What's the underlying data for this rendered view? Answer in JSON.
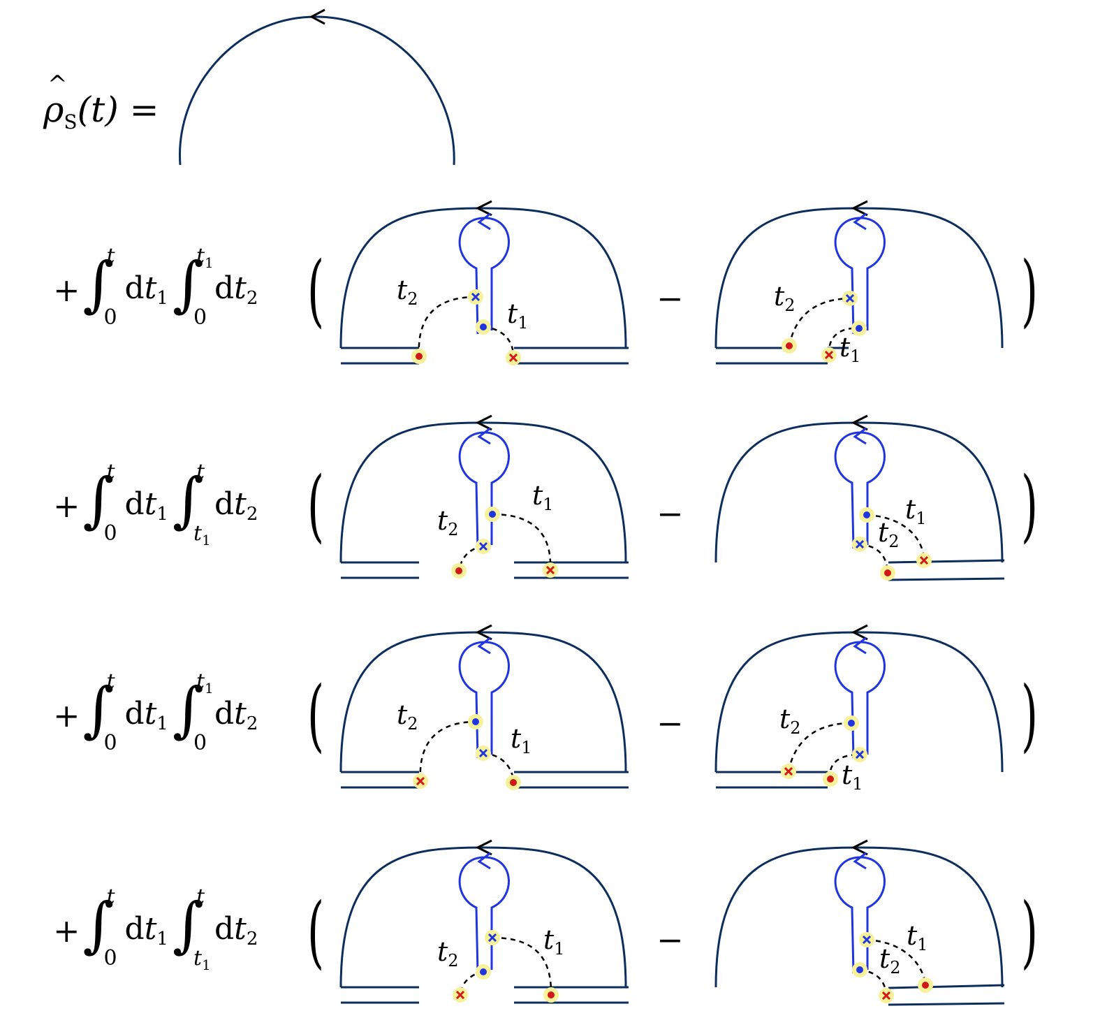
{
  "equation": {
    "lhs": {
      "symbol": "ρ",
      "subscript": "S",
      "argument": "(t)",
      "equals": "="
    },
    "plus": "+",
    "minus": "−",
    "open_paren": "(",
    "close_paren": ")",
    "differential": "d",
    "rows": [
      {
        "int1_lower": "0",
        "int1_upper": "t",
        "var1": "t",
        "var1_sub": "1",
        "int2_lower": "0",
        "int2_upper": "t",
        "int2_upper_sub": "1",
        "var2": "t",
        "var2_sub": "2"
      },
      {
        "int1_lower": "0",
        "int1_upper": "t",
        "var1": "t",
        "var1_sub": "1",
        "int2_lower": "t",
        "int2_lower_sub": "1",
        "int2_upper": "t",
        "var2": "t",
        "var2_sub": "2"
      },
      {
        "int1_lower": "0",
        "int1_upper": "t",
        "var1": "t",
        "var1_sub": "1",
        "int2_lower": "0",
        "int2_upper": "t",
        "int2_upper_sub": "1",
        "var2": "t",
        "var2_sub": "2"
      },
      {
        "int1_lower": "0",
        "int1_upper": "t",
        "var1": "t",
        "var1_sub": "1",
        "int2_lower": "t",
        "int2_lower_sub": "1",
        "int2_upper": "t",
        "var2": "t",
        "var2_sub": "2"
      }
    ]
  },
  "diagram_labels": {
    "t": "t",
    "sub1": "1",
    "sub2": "2"
  },
  "colors": {
    "contour": "#0d2e5c",
    "system_loop": "#1f35e0",
    "marker_fill": "#f7f29a",
    "bath_vertex": "#d01818",
    "system_vertex": "#1f35e0",
    "arrow": "#000000",
    "dashed_line": "#000000"
  }
}
